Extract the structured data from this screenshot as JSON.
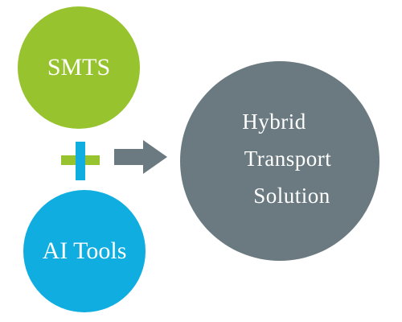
{
  "diagram": {
    "left_top": {
      "label": "SMTS",
      "color": "#97c42e"
    },
    "left_bottom": {
      "label": "AI Tools",
      "color": "#10ade0"
    },
    "result": {
      "lines": [
        "Hybrid",
        "Transport",
        "Solution"
      ],
      "color": "#6a7a80"
    },
    "plus_icon": {
      "horizontal_color": "#97c42e",
      "vertical_color": "#10ade0"
    },
    "arrow_icon": {
      "color": "#6a7a80"
    }
  }
}
